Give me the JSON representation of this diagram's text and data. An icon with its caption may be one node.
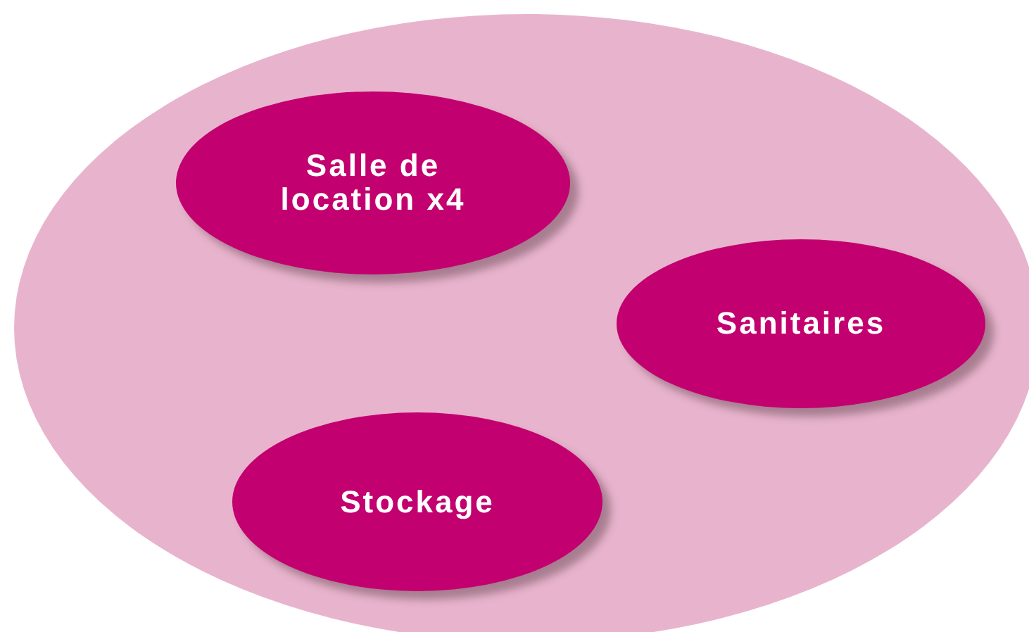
{
  "diagram": {
    "nodes": [
      {
        "text": [],
        "shape": "ellipse"
      },
      {
        "text": [
          "Salle de location x4"
        ],
        "in": 0
      },
      {
        "text": [
          "Sanitaires"
        ],
        "in": 0
      },
      {
        "text": [
          "Stockage"
        ],
        "in": 0
      }
    ]
  }
}
